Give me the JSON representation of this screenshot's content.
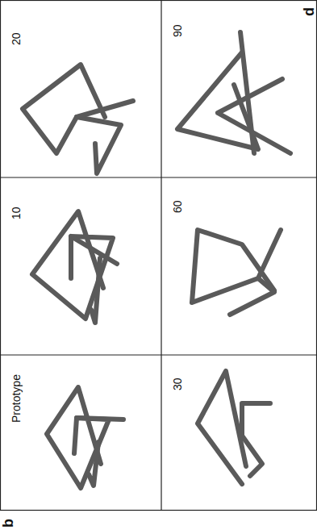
{
  "diagram": {
    "labels": [
      "Prototype",
      "10",
      "20",
      "30",
      "60",
      "90",
      "b",
      "d"
    ]
  }
}
